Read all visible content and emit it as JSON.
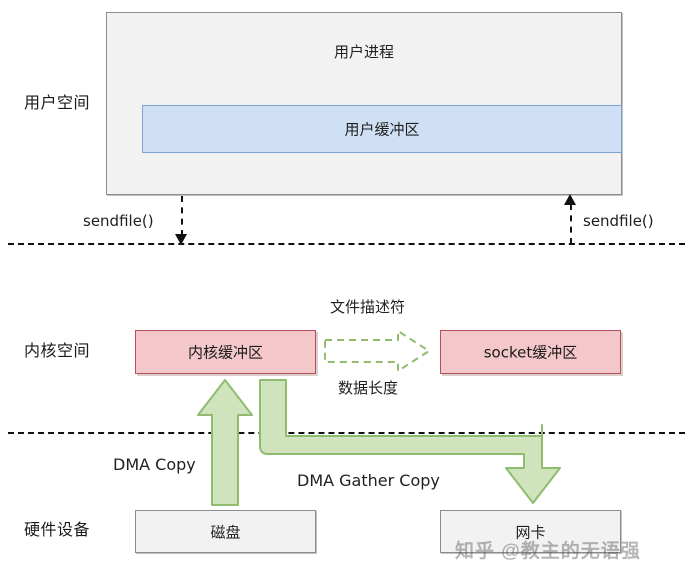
{
  "diagram": {
    "zones": [
      {
        "id": "user-space",
        "label": "用户空间"
      },
      {
        "id": "kernel-space",
        "label": "内核空间"
      },
      {
        "id": "hardware-space",
        "label": "硬件设备"
      }
    ],
    "boxes": {
      "user_process": {
        "label": "用户进程",
        "fill": "#f2f2f2",
        "stroke": "#8c8c8c"
      },
      "user_buffer": {
        "label": "用户缓冲区",
        "fill": "#cfe0f4",
        "stroke": "#7ba3d0"
      },
      "kernel_buffer": {
        "label": "内核缓冲区",
        "fill": "#f4c7ca",
        "stroke": "#b5505a"
      },
      "socket_buffer": {
        "label": "socket缓冲区",
        "fill": "#f4c7ca",
        "stroke": "#b5505a"
      },
      "disk": {
        "label": "磁盘",
        "fill": "#f2f2f2",
        "stroke": "#8c8c8c"
      },
      "nic": {
        "label": "网卡",
        "fill": "#f2f2f2",
        "stroke": "#8c8c8c"
      }
    },
    "arrows": {
      "sendfile_down": {
        "label": "sendfile()",
        "style": "dashed",
        "direction": "down"
      },
      "sendfile_up": {
        "label": "sendfile()",
        "style": "dashed",
        "direction": "up"
      },
      "descriptor": {
        "label_above": "文件描述符",
        "label_below": "数据长度",
        "style": "dashed-block",
        "color": "#8fbc6e"
      },
      "dma_copy": {
        "label": "DMA Copy",
        "style": "block",
        "color": "#c3ddaf",
        "direction": "up"
      },
      "dma_gather": {
        "label": "DMA Gather Copy",
        "style": "block-elbow",
        "color": "#c3ddaf",
        "direction": "down"
      }
    },
    "watermark": "知乎 @教主的无语强"
  }
}
